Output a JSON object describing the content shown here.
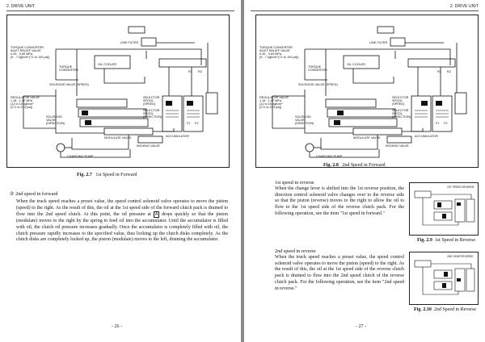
{
  "header_label": "2. DRIVE UNIT",
  "diagram_labels": {
    "line_filter": "LINE FILTER",
    "oil_cooler": "OIL COOLER",
    "tc_inlet_relief_l1": "TORQUE CONVERTER",
    "tc_inlet_relief_l2": "INLET RELIEF VALVE",
    "tc_inlet_relief_l3": "0.49 - 0.69 MPa",
    "tc_inlet_relief_l4": "(5 - 7 kgf/cm² [71 to 100 psi])",
    "torque_converter_l1": "TORQUE",
    "torque_converter_l2": "CONVERTER",
    "solenoid_speed": "SOLENOID VALVE (SPEED)",
    "regulator_l1": "REGULATOR VALVE",
    "regulator_l2": "1.18 - 1.47 MPa",
    "regulator_l3": "(12 to 15 kgf/cm²",
    "regulator_l4": "[171 to 213 psi])",
    "solenoid_direction_l1": "SOLENOID",
    "solenoid_direction_l2": "VALVE",
    "solenoid_direction_l3": "(DIRECTION)",
    "selector_speed_l1": "SELECTOR",
    "selector_speed_l2": "SPOOL",
    "selector_speed_l3": "(SPEED)",
    "selector_dir_l1": "SELECTOR",
    "selector_dir_l2": "SPOOL",
    "selector_dir_l3": "(DIRECTION)",
    "accumulator": "ACCUMULATOR",
    "modulate_valve": "MODULATE VALVE",
    "charging_pump": "CHARGING PUMP",
    "inching_valve": "INCHING VALVE",
    "r1": "R1",
    "r2": "R2",
    "f1": "F1",
    "f2": "F2"
  },
  "page26": {
    "figure_caption_num": "Fig. 2.7",
    "figure_caption_text": "1st Speed in Forward",
    "section_title": "② 2nd speed in forward",
    "paragraph": "When the truck speed reaches a preset value, the speed control solenoid valve operates to move the piston (speed) to the right. As the result of this, the oil at the 1st speed side of the forward clutch pack is drained to flow into the 2nd speed clutch. At this point, the oil pressure at",
    "chip_label": "A",
    "paragraph_cont": "drops quickly so that the piston (modulate) moves to the right by the spring to feed oil into the accumulator. Until the accumulator is filled with oil, the clutch oil pressure increases gradually. Once the accumulator is completely filled with oil, the clutch pressure rapidly increases to the specified value, thus locking up the clutch disks completely. As the clutch disks are completely locked up, the piston (modulate) moves to the left, draining the accumulator.",
    "page_number": "- 26 -"
  },
  "page27": {
    "figure_caption_num": "Fig. 2.8",
    "figure_caption_text": "2nd Speed in Forward",
    "section1_title": "1st speed in reverse",
    "section1_text": "When the change lever is shifted into the 1st reverse position, the direction control solenoid valve changes over to the reverse side so that the piston (reverse) moves to the right to allow the oil to flow to the 1st speed side of the reverse clutch pack. For the following operation, see the item \"1st speed in forward.\"",
    "fig29_num": "Fig. 2.9",
    "fig29_text": "1st Speed in Reverse",
    "fig29_label": "1ST SPEED REVERSE",
    "section2_title": "2nd speed in reverse",
    "section2_text": "When the truck speed reaches a preset value, the speed control solenoid valve operates to move the piston (speed) to the right. As the result of this, the oil at the 1st speed side of the reverse clutch pack is drained to flow into the 2nd speed clutch of the reverse clutch pack. For the following operation, see the item \"2nd speed in reverse.\"",
    "fig210_num": "Fig. 2.10",
    "fig210_text": "2nd Speed in Reverse",
    "fig210_label": "2ND GEAR REVERSE",
    "page_number": "- 27 -"
  }
}
